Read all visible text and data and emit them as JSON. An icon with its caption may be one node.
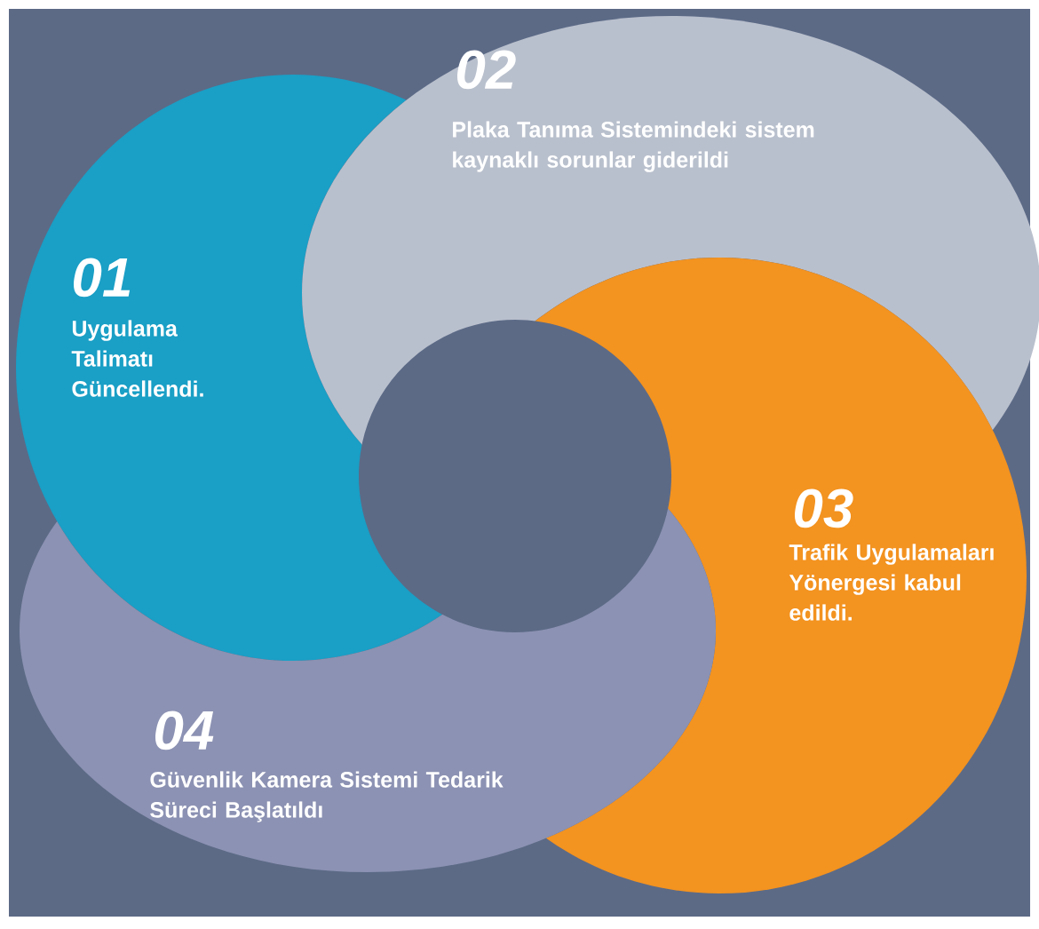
{
  "diagram": {
    "nodes": [
      {
        "text": [
          "01",
          "Uygulama Talimatı Güncellendi."
        ]
      },
      {
        "text": [
          "02",
          "Plaka Tanıma Sistemindeki sistem kaynaklı sorunlar giderildi"
        ]
      },
      {
        "text": [
          "03",
          "Trafik Uygulamaları Yönergesi kabul edildi."
        ]
      },
      {
        "text": [
          "04",
          "Güvenlik Kamera Sistemi Tedarik Süreci Başlatıldı"
        ]
      }
    ]
  }
}
